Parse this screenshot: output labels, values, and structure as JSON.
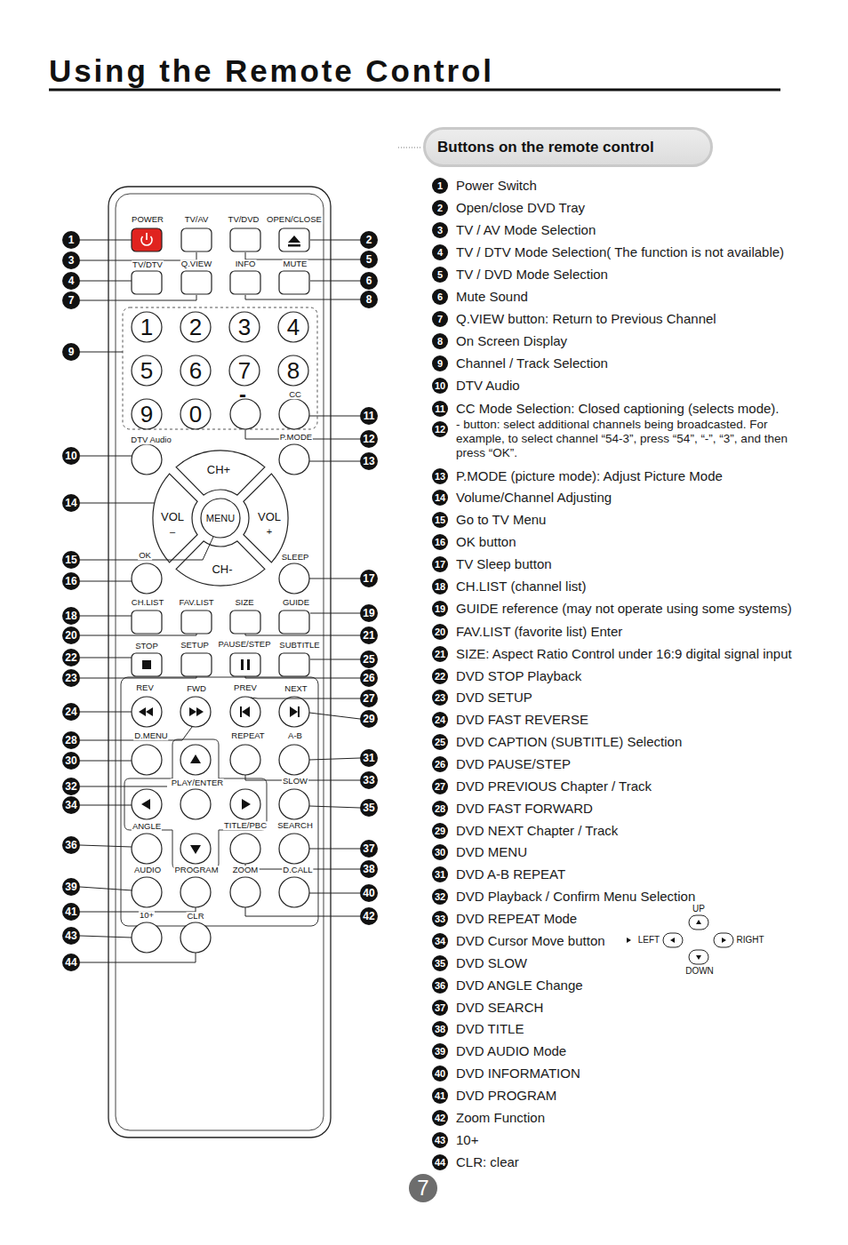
{
  "diagram": {
    "title": "Using the Remote Control",
    "nodes": [
      {
        "text": [
          "Buttons on the remote control"
        ]
      },
      {
        "text": [
          "1"
        ]
      },
      {
        "text": [
          "2"
        ]
      },
      {
        "text": [
          "3"
        ]
      },
      {
        "text": [
          "5"
        ]
      },
      {
        "text": [
          "4"
        ]
      },
      {
        "text": [
          "6"
        ]
      },
      {
        "text": [
          "7"
        ]
      },
      {
        "text": [
          "8"
        ]
      },
      {
        "text": [
          "9"
        ]
      },
      {
        "text": [
          "11"
        ]
      },
      {
        "text": [
          "12"
        ]
      },
      {
        "text": [
          "10"
        ]
      },
      {
        "text": [
          "13"
        ]
      },
      {
        "text": [
          "14"
        ]
      },
      {
        "text": [
          "15"
        ]
      },
      {
        "text": [
          "17"
        ]
      },
      {
        "text": [
          "16"
        ]
      },
      {
        "text": [
          "19"
        ]
      },
      {
        "text": [
          "18"
        ]
      },
      {
        "text": [
          "20"
        ]
      },
      {
        "text": [
          "21"
        ]
      },
      {
        "text": [
          "22"
        ]
      },
      {
        "text": [
          "25"
        ]
      },
      {
        "text": [
          "23"
        ]
      },
      {
        "text": [
          "26"
        ]
      },
      {
        "text": [
          "27"
        ]
      },
      {
        "text": [
          "24"
        ]
      },
      {
        "text": [
          "29"
        ]
      },
      {
        "text": [
          "28"
        ]
      },
      {
        "text": [
          "31"
        ]
      },
      {
        "text": [
          "30"
        ]
      },
      {
        "text": [
          "33"
        ]
      },
      {
        "text": [
          "32"
        ]
      },
      {
        "text": [
          "34"
        ]
      },
      {
        "text": [
          "35"
        ]
      },
      {
        "text": [
          "36"
        ]
      },
      {
        "text": [
          "37"
        ]
      },
      {
        "text": [
          "38"
        ]
      },
      {
        "text": [
          "39"
        ]
      },
      {
        "text": [
          "40"
        ]
      },
      {
        "text": [
          "41"
        ]
      },
      {
        "text": [
          "42"
        ]
      },
      {
        "text": [
          "43"
        ]
      },
      {
        "text": [
          "44"
        ]
      },
      {
        "text": [
          "1",
          "Power Switch"
        ]
      },
      {
        "text": [
          "2",
          "Open/close DVD Tray"
        ]
      },
      {
        "text": [
          "3",
          "TV / AV Mode Selection"
        ]
      },
      {
        "text": [
          "4",
          "TV / DTV Mode Selection( The function is not available)"
        ]
      },
      {
        "text": [
          "5",
          "TV / DVD Mode Selection"
        ]
      },
      {
        "text": [
          "6",
          "Mute Sound"
        ]
      },
      {
        "text": [
          "7",
          "Q.VIEW button: Return to Previous Channel"
        ]
      },
      {
        "text": [
          "8",
          "On Screen Display"
        ]
      },
      {
        "text": [
          "9",
          "Channel / Track Selection"
        ]
      },
      {
        "text": [
          "10",
          "DTV Audio"
        ]
      },
      {
        "text": [
          "11",
          "CC Mode Selection: Closed captioning (selects mode)."
        ]
      },
      {
        "text": [
          "12",
          "- button: select additional channels being broadcasted. For example, to select channel “54-3”, press “54”, “-”, “3”, and then press “OK”."
        ]
      },
      {
        "text": [
          "13",
          "P.MODE (picture mode): Adjust Picture Mode"
        ]
      },
      {
        "text": [
          "14",
          "Volume/Channel Adjusting"
        ]
      },
      {
        "text": [
          "15",
          "Go to TV Menu"
        ]
      },
      {
        "text": [
          "16",
          "OK button"
        ]
      },
      {
        "text": [
          "17",
          "TV Sleep button"
        ]
      },
      {
        "text": [
          "18",
          "CH.LIST (channel list)"
        ]
      },
      {
        "text": [
          "19",
          "GUIDE reference (may not operate using some systems)"
        ]
      },
      {
        "text": [
          "20",
          "FAV.LIST (favorite list) Enter"
        ]
      },
      {
        "text": [
          "21",
          "SIZE: Aspect Ratio Control under 16:9 digital signal input"
        ]
      },
      {
        "text": [
          "22",
          "DVD STOP Playback"
        ]
      },
      {
        "text": [
          "23",
          "DVD SETUP"
        ]
      },
      {
        "text": [
          "24",
          "DVD FAST REVERSE"
        ]
      },
      {
        "text": [
          "25",
          "DVD CAPTION (SUBTITLE) Selection"
        ]
      },
      {
        "text": [
          "26",
          "DVD PAUSE/STEP"
        ]
      },
      {
        "text": [
          "27",
          "DVD PREVIOUS Chapter / Track"
        ]
      },
      {
        "text": [
          "28",
          "DVD FAST FORWARD"
        ]
      },
      {
        "text": [
          "29",
          "DVD NEXT Chapter / Track"
        ]
      },
      {
        "text": [
          "30",
          "DVD MENU"
        ]
      },
      {
        "text": [
          "31",
          "DVD A-B REPEAT"
        ]
      },
      {
        "text": [
          "32",
          "DVD Playback / Confirm Menu Selection"
        ]
      },
      {
        "text": [
          "33",
          "DVD REPEAT Mode"
        ]
      },
      {
        "text": [
          "34",
          "DVD Cursor Move button"
        ]
      },
      {
        "text": [
          "35",
          "DVD SLOW"
        ]
      },
      {
        "text": [
          "36",
          "DVD ANGLE Change"
        ]
      },
      {
        "text": [
          "37",
          "DVD SEARCH"
        ]
      },
      {
        "text": [
          "38",
          "DVD TITLE"
        ]
      },
      {
        "text": [
          "39",
          "DVD AUDIO Mode"
        ]
      },
      {
        "text": [
          "40",
          "DVD INFORMATION"
        ]
      },
      {
        "text": [
          "41",
          "DVD PROGRAM"
        ]
      },
      {
        "text": [
          "42",
          "Zoom Function"
        ]
      },
      {
        "text": [
          "43",
          "10+"
        ]
      },
      {
        "text": [
          "44",
          "CLR: clear"
        ]
      },
      {
        "text": [
          "7"
        ]
      }
    ],
    "labels": [
      "POWER",
      "TV/AV",
      "TV/DVD",
      "OPEN/CLOSE",
      "TV/DTV",
      "Q.VIEW",
      "INFO",
      "MUTE",
      "1",
      "2",
      "3",
      "4",
      "5",
      "6",
      "7",
      "8",
      "9",
      "0",
      "-",
      "CC",
      "DTV Audio",
      "P.MODE",
      "CH+",
      "VOL",
      "–",
      "MENU",
      "VOL",
      "+",
      "CH-",
      "OK",
      "SLEEP",
      "CH.LIST",
      "FAV.LIST",
      "SIZE",
      "GUIDE",
      "STOP",
      "SETUP",
      "PAUSE/STEP",
      "SUBTITLE",
      "REV",
      "FWD",
      "PREV",
      "NEXT",
      "D.MENU",
      "REPEAT",
      "A-B",
      "PLAY/ENTER",
      "SLOW",
      "ANGLE",
      "TITLE/PBC",
      "SEARCH",
      "AUDIO",
      "PROGRAM",
      "ZOOM",
      "D.CALL",
      "10+",
      "CLR",
      "UP",
      "LEFT",
      "RIGHT",
      "DOWN"
    ]
  }
}
